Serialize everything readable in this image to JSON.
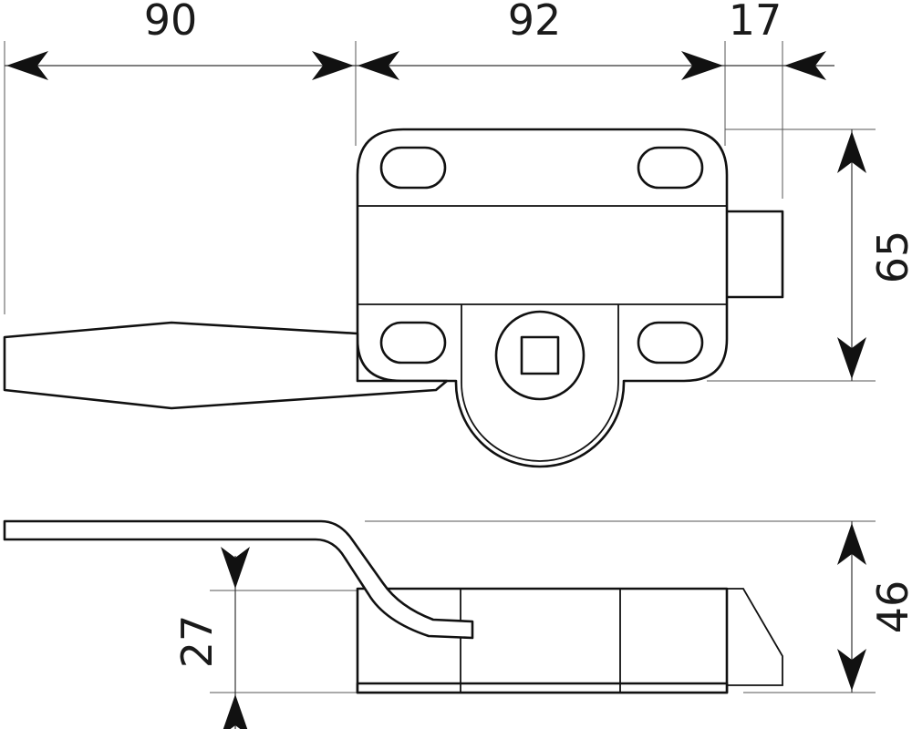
{
  "dimensions": {
    "handle_length": "90",
    "plate_width": "92",
    "bolt_offset": "17",
    "plate_height": "65",
    "body_height": "27",
    "total_height": "46"
  },
  "colors": {
    "line": "#111111",
    "background": "#ffffff"
  }
}
